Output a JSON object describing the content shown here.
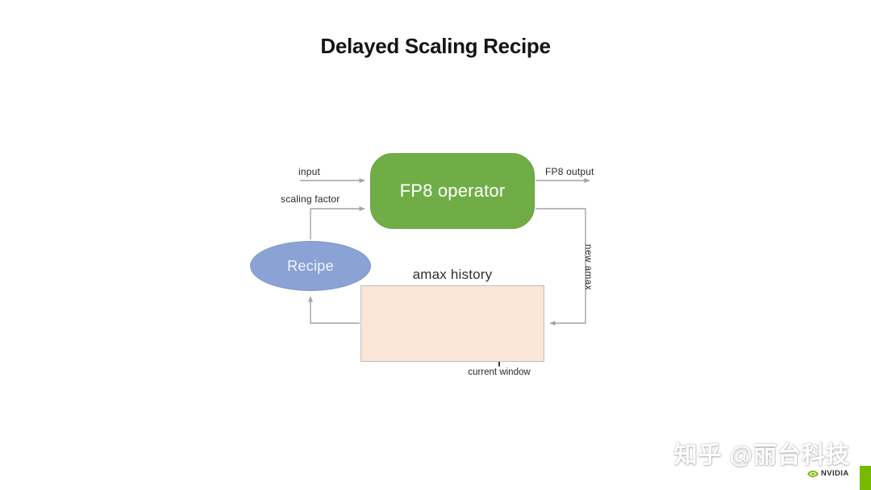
{
  "slide": {
    "title": "Delayed Scaling Recipe"
  },
  "diagram": {
    "nodes": {
      "fp8_operator": "FP8 operator",
      "recipe": "Recipe"
    },
    "edge_labels": {
      "input": "input",
      "scaling_factor": "scaling factor",
      "fp8_output": "FP8 output",
      "new_amax": "new amax"
    },
    "amax_history": {
      "title": "amax history",
      "current_window": "current window"
    },
    "colors": {
      "operator_fill": "#70AD47",
      "recipe_fill": "#8AA2D4",
      "history_fill": "#FBE5D6",
      "history_border": "#BFBFBF",
      "wave_past": "#C7CBD8",
      "wave_current": "#7E9ED5",
      "connector": "#A3A3A3",
      "brace": "#3F382F"
    }
  },
  "watermark": {
    "text": "知乎 @丽台科技"
  },
  "branding": {
    "nvidia_label": "NVIDIA",
    "nvidia_green": "#76B900"
  }
}
